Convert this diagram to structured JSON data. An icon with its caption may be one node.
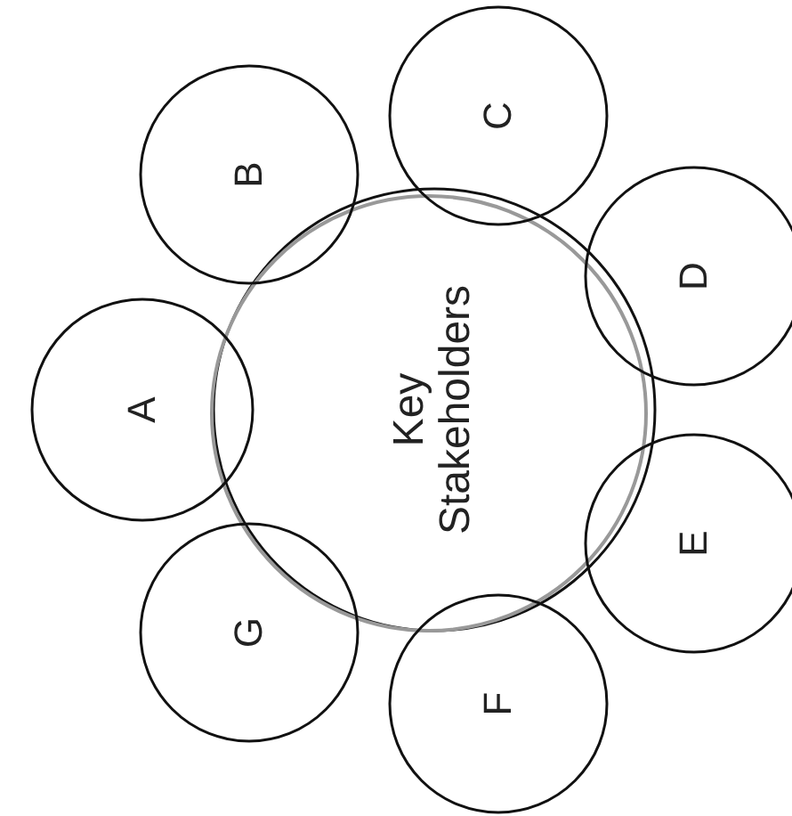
{
  "diagram": {
    "nodes": [
      {
        "text": [
          "Key Stakeholders"
        ]
      },
      {
        "text": [
          "A"
        ]
      },
      {
        "text": [
          "B"
        ]
      },
      {
        "text": [
          "C"
        ]
      },
      {
        "text": [
          "D"
        ]
      },
      {
        "text": [
          "E"
        ]
      },
      {
        "text": [
          "F"
        ]
      },
      {
        "text": [
          "G"
        ]
      }
    ],
    "edges": []
  }
}
